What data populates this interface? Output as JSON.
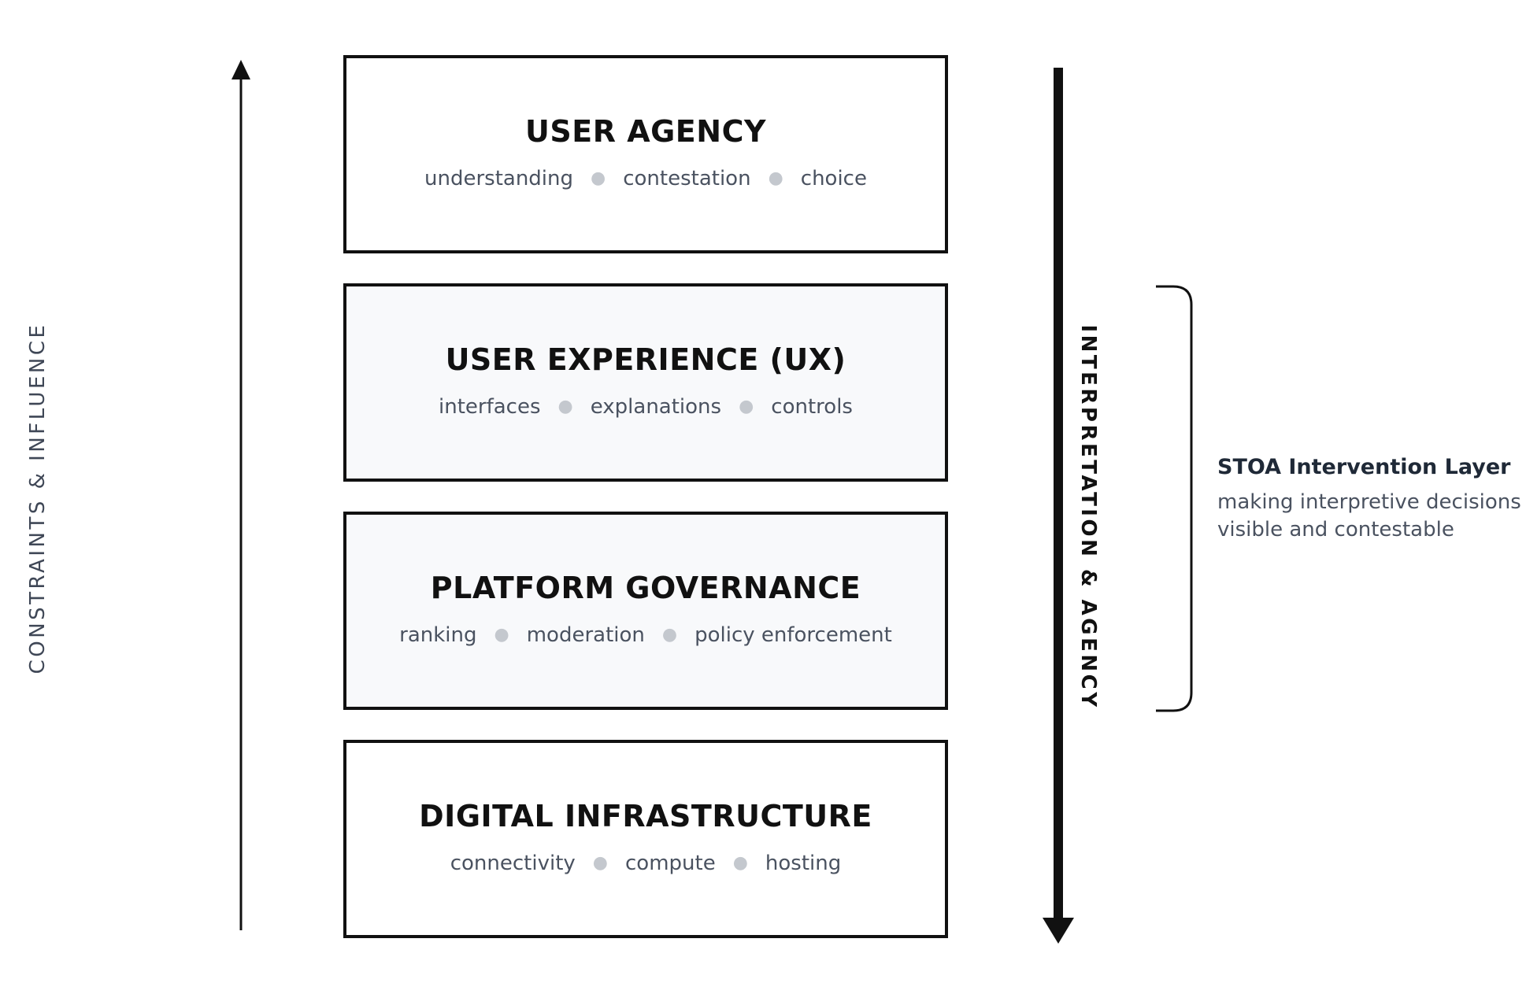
{
  "layers": [
    {
      "title": "USER AGENCY",
      "items": [
        "understanding",
        "contestation",
        "choice"
      ],
      "shaded": false
    },
    {
      "title": "USER EXPERIENCE (UX)",
      "items": [
        "interfaces",
        "explanations",
        "controls"
      ],
      "shaded": true
    },
    {
      "title": "PLATFORM GOVERNANCE",
      "items": [
        "ranking",
        "moderation",
        "policy enforcement"
      ],
      "shaded": true
    },
    {
      "title": "DIGITAL INFRASTRUCTURE",
      "items": [
        "connectivity",
        "compute",
        "hosting"
      ],
      "shaded": false
    }
  ],
  "left_axis": {
    "label": "CONSTRAINTS & INFLUENCE",
    "direction": "up"
  },
  "right_axis": {
    "label": "INTERPRETATION & AGENCY",
    "direction": "down"
  },
  "callout": {
    "title": "STOA Intervention Layer",
    "body": "making interpretive decisions visible and contestable",
    "spans_layers": [
      "USER EXPERIENCE (UX)",
      "PLATFORM GOVERNANCE"
    ]
  },
  "colors": {
    "border": "#111111",
    "shaded_fill": "#f8f9fb",
    "subtext": "#4a5260",
    "dot": "#c4c8ce"
  }
}
